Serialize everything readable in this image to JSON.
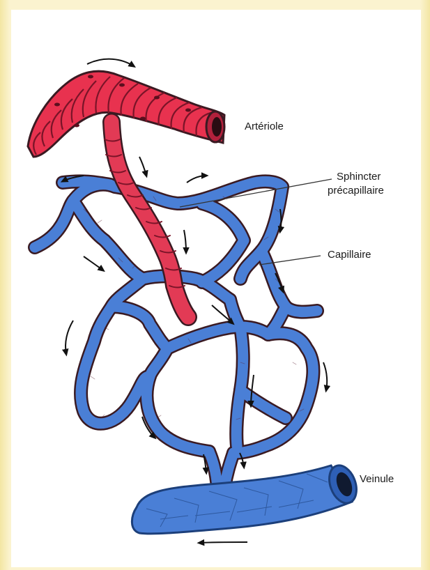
{
  "labels": {
    "arteriole": "Artériole",
    "sphincter_line1": "Sphincter",
    "sphincter_line2": "précapillaire",
    "capillaire": "Capillaire",
    "veinule": "Veinule"
  },
  "colors": {
    "arterial": "#e8324f",
    "arterial_dark": "#b81e37",
    "venous": "#4a7fd6",
    "venous_dark": "#2c5aa8",
    "mixed": "#b8609a",
    "outline": "#3a1a22",
    "arrow": "#111111"
  },
  "icons": [
    "flow-arrow-icon"
  ]
}
